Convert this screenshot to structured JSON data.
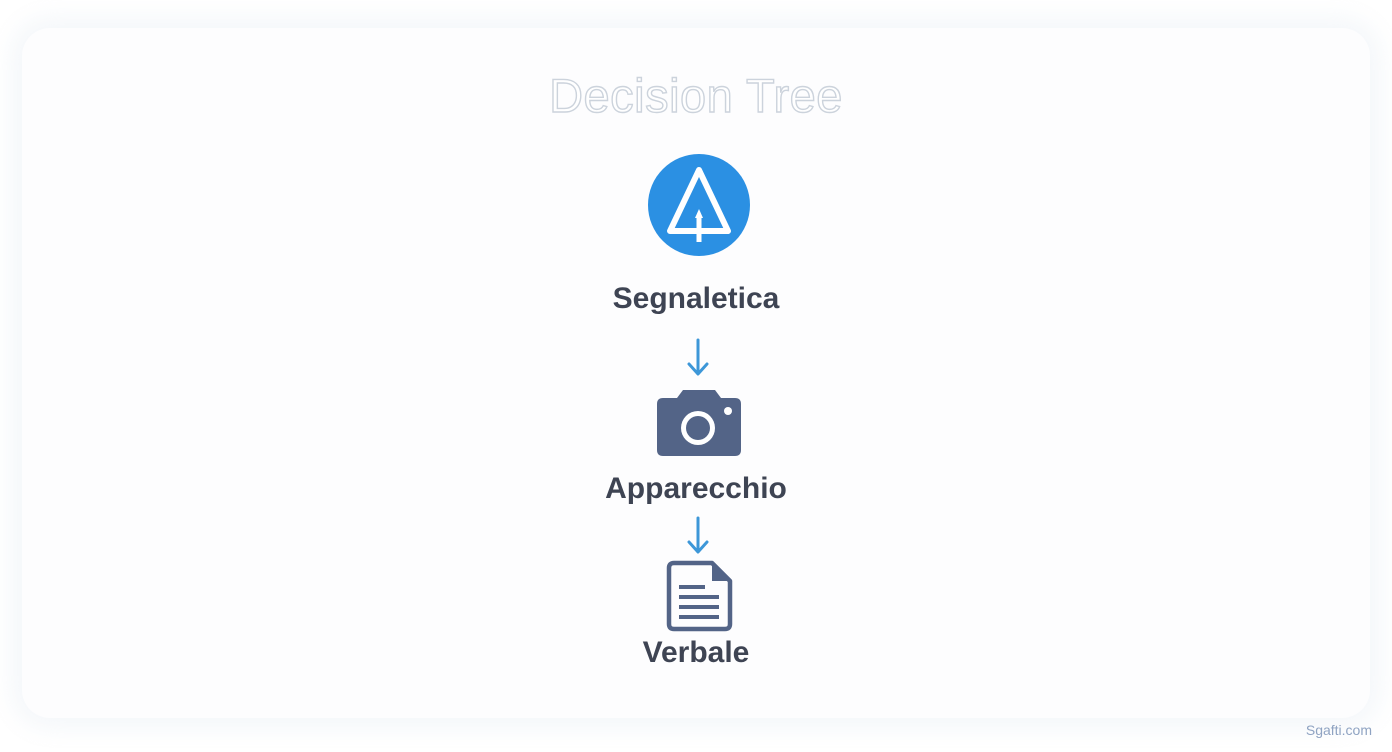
{
  "title": "Decision Tree",
  "nodes": [
    {
      "label": "Segnaletica",
      "icon": "tree-triangle-icon",
      "icon_color": "#2b90e3"
    },
    {
      "label": "Apparecchio",
      "icon": "camera-icon",
      "icon_color": "#536487"
    },
    {
      "label": "Verbale",
      "icon": "document-icon",
      "icon_color": "#536487"
    }
  ],
  "arrow_color": "#3d97d8",
  "watermark": "Sgafti.com"
}
